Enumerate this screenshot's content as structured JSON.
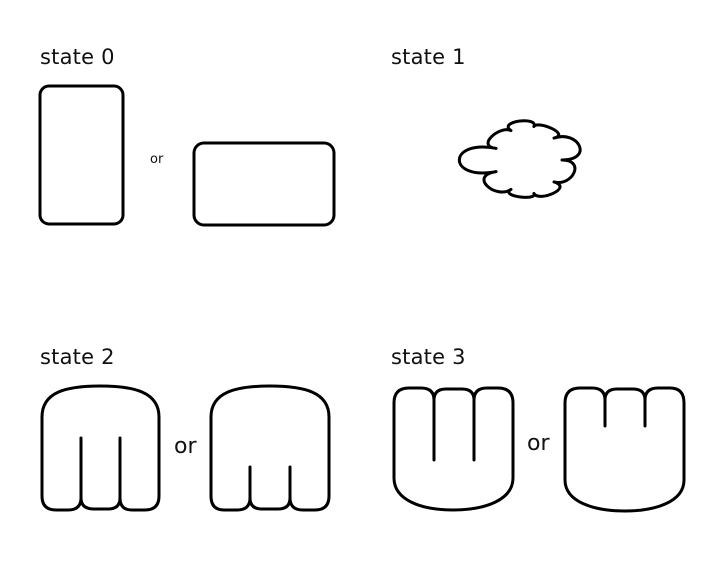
{
  "states": [
    {
      "label": "state 0",
      "separator": "or"
    },
    {
      "label": "state 1"
    },
    {
      "label": "state 2",
      "separator": "or"
    },
    {
      "label": "state 3",
      "separator": "or"
    }
  ],
  "colors": {
    "stroke": "#000000",
    "background": "#ffffff"
  }
}
